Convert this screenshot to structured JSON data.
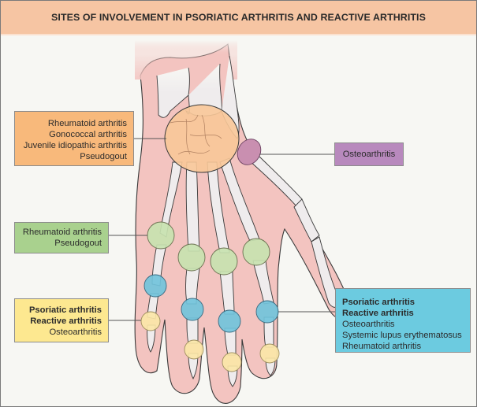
{
  "title": "SITES OF INVOLVEMENT IN PSORIATIC ARTHRITIS AND REACTIVE ARTHRITIS",
  "colors": {
    "title_bar": "#f6c5a3",
    "background": "#f7f7f3",
    "skin": "#f3c4c0",
    "bone": "#efeced",
    "wrist_joint": "#f8c898",
    "cmc_joint": "#c98fb0",
    "mcp_pip_joint": "#c8e2b0",
    "dip_blue_joint": "#72c3db",
    "dip_yellow_joint": "#fbe6a8"
  },
  "labels": {
    "wrist": {
      "color": "#f8b97b",
      "lines": [
        {
          "text": "Rheumatoid arthritis",
          "bold": false
        },
        {
          "text": "Gonococcal arthritis",
          "bold": false
        },
        {
          "text": "Juvenile idiopathic arthritis",
          "bold": false
        },
        {
          "text": "Pseudogout",
          "bold": false
        }
      ]
    },
    "mcp": {
      "color": "#a9d18e",
      "lines": [
        {
          "text": "Rheumatoid arthritis",
          "bold": false
        },
        {
          "text": "Pseudogout",
          "bold": false
        }
      ]
    },
    "dip_left": {
      "color": "#fde890",
      "lines": [
        {
          "text": "Psoriatic arthritis",
          "bold": true
        },
        {
          "text": "Reactive arthritis",
          "bold": true
        },
        {
          "text": "Osteoarthritis",
          "bold": false
        }
      ]
    },
    "dip_right": {
      "color": "#6ccbe0",
      "lines": [
        {
          "text": "Psoriatic arthritis",
          "bold": true
        },
        {
          "text": "Reactive arthritis",
          "bold": true
        },
        {
          "text": "Osteoarthritis",
          "bold": false
        },
        {
          "text": "Systemic lupus erythematosus",
          "bold": false
        },
        {
          "text": "Rheumatoid arthritis",
          "bold": false
        }
      ]
    },
    "cmc": {
      "color": "#b889bd",
      "lines": [
        {
          "text": "Osteoarthritis",
          "bold": false
        }
      ]
    }
  }
}
